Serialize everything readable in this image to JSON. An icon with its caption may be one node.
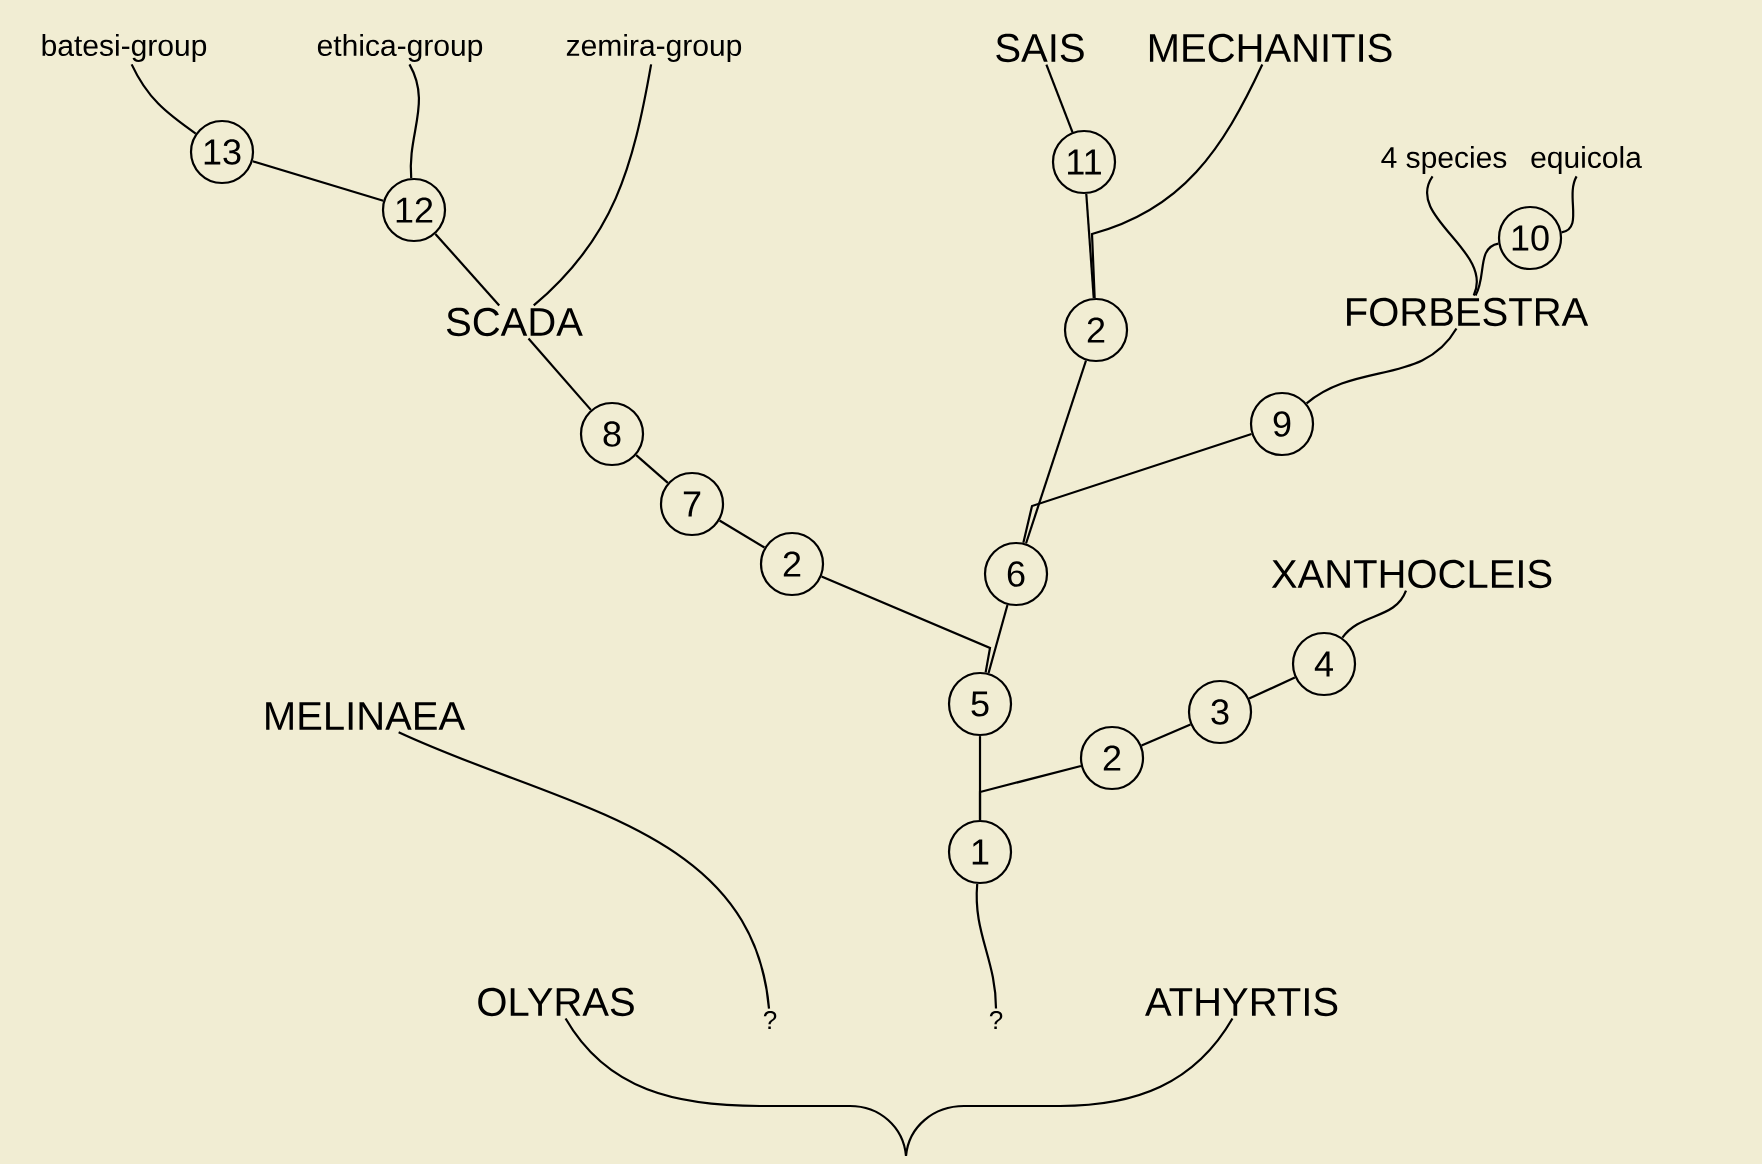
{
  "diagram": {
    "nodes": [
      {
        "text": [
          "batesi-group"
        ]
      },
      {
        "text": [
          "ethica-group"
        ]
      },
      {
        "text": [
          "zemira-group"
        ]
      },
      {
        "text": [
          "SAIS"
        ]
      },
      {
        "text": [
          "MECHANITIS"
        ]
      },
      {
        "text": [
          "4 species"
        ]
      },
      {
        "text": [
          "equicola"
        ]
      },
      {
        "text": [
          "13"
        ]
      },
      {
        "text": [
          "12"
        ]
      },
      {
        "text": [
          "SCADA"
        ]
      },
      {
        "text": [
          "FORBESTRA"
        ]
      },
      {
        "text": [
          "10"
        ]
      },
      {
        "text": [
          "11"
        ]
      },
      {
        "text": [
          "2"
        ]
      },
      {
        "text": [
          "8"
        ]
      },
      {
        "text": [
          "7"
        ]
      },
      {
        "text": [
          "2"
        ]
      },
      {
        "text": [
          "9"
        ]
      },
      {
        "text": [
          "6"
        ]
      },
      {
        "text": [
          "XANTHOCLEIS"
        ]
      },
      {
        "text": [
          "4"
        ]
      },
      {
        "text": [
          "MELINAEA"
        ]
      },
      {
        "text": [
          "5"
        ]
      },
      {
        "text": [
          "3"
        ]
      },
      {
        "text": [
          "2"
        ]
      },
      {
        "text": [
          "1"
        ]
      },
      {
        "text": [
          "OLYRAS"
        ]
      },
      {
        "text": [
          "?"
        ]
      },
      {
        "text": [
          "?"
        ]
      },
      {
        "text": [
          "ATHYRTIS"
        ]
      }
    ],
    "edges": [
      {
        "from": 7,
        "to": 0,
        "arrow": "none"
      },
      {
        "from": 8,
        "to": 7,
        "arrow": "none"
      },
      {
        "from": 8,
        "to": 1,
        "arrow": "none"
      },
      {
        "from": 9,
        "to": 8,
        "arrow": "none"
      },
      {
        "from": 9,
        "to": 2,
        "arrow": "none"
      },
      {
        "from": 12,
        "to": 3,
        "arrow": "none"
      },
      {
        "from": 13,
        "to": 12,
        "arrow": "none"
      },
      {
        "from": 13,
        "to": 4,
        "arrow": "none"
      },
      {
        "from": 10,
        "to": 5,
        "arrow": "none"
      },
      {
        "from": 10,
        "to": 11,
        "arrow": "none"
      },
      {
        "from": 11,
        "to": 6,
        "arrow": "none"
      },
      {
        "from": 17,
        "to": 10,
        "arrow": "none"
      },
      {
        "from": 18,
        "to": 13,
        "arrow": "none"
      },
      {
        "from": 18,
        "to": 17,
        "arrow": "none"
      },
      {
        "from": 14,
        "to": 9,
        "arrow": "none"
      },
      {
        "from": 15,
        "to": 14,
        "arrow": "none"
      },
      {
        "from": 16,
        "to": 15,
        "arrow": "none"
      },
      {
        "from": 22,
        "to": 16,
        "arrow": "none"
      },
      {
        "from": 22,
        "to": 18,
        "arrow": "none"
      },
      {
        "from": 25,
        "to": 22,
        "arrow": "none"
      },
      {
        "from": 25,
        "to": 24,
        "arrow": "none"
      },
      {
        "from": 24,
        "to": 23,
        "arrow": "none"
      },
      {
        "from": 23,
        "to": 20,
        "arrow": "none"
      },
      {
        "from": 20,
        "to": 19,
        "arrow": "none"
      },
      {
        "from": 21,
        "to": 27,
        "arrow": "none"
      },
      {
        "from": 25,
        "to": 28,
        "arrow": "none"
      },
      {
        "from": 26,
        "to": 29,
        "arrow": "none"
      }
    ]
  }
}
